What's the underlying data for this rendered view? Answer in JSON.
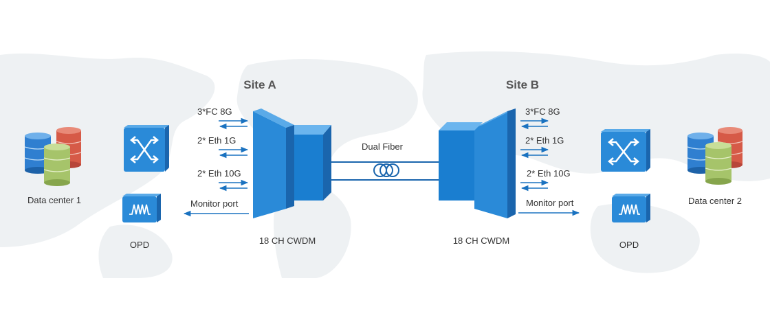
{
  "diagram": {
    "site_a": {
      "title": "Site A",
      "mux_label": "18 CH CWDM",
      "services": [
        "3*FC 8G",
        "2* Eth 1G",
        "2* Eth 10G"
      ],
      "monitor_label": "Monitor port"
    },
    "site_b": {
      "title": "Site B",
      "mux_label": "18 CH CWDM",
      "services": [
        "3*FC 8G",
        "2* Eth 1G",
        "2* Eth 10G"
      ],
      "monitor_label": "Monitor port"
    },
    "link_label": "Dual Fiber",
    "data_center_1": "Data center 1",
    "data_center_2": "Data center 2",
    "opd_left": "OPD",
    "opd_right": "OPD",
    "icons": {
      "switch": "switch-cross-arrows-icon",
      "opd": "waveform-icon",
      "database": "database-stack-icon",
      "coil": "fiber-coil-icon"
    },
    "colors": {
      "device_blue": "#2a8ad8",
      "device_dark": "#1a65ad",
      "arrow_blue": "#1a72c0",
      "db_blue": "#2f7fd0",
      "db_red": "#d65a47",
      "db_green": "#a6c46a",
      "map_gray": "#eef1f3"
    }
  }
}
